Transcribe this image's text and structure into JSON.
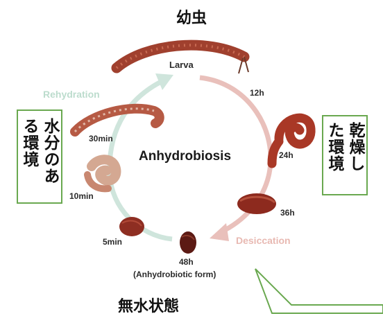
{
  "title_top": "幼虫",
  "title_bottom": "無水状態",
  "center_label": "Anhydrobiosis",
  "phase_labels": {
    "rehydration": "Rehydration",
    "desiccation": "Desiccation"
  },
  "stages": {
    "larva": "Larva",
    "h12": "12h",
    "h24": "24h",
    "h36": "36h",
    "h48": "48h",
    "anhydrobiotic_form": "(Anhydrobiotic form)",
    "min5": "5min",
    "min10": "10min",
    "min30": "30min"
  },
  "callouts": {
    "left": {
      "line1": "水分のあ",
      "line2": "る環境"
    },
    "right": {
      "line1": "乾燥し",
      "line2": "た環境"
    }
  },
  "colors": {
    "rehydration_arrow": "#cfe5dc",
    "desiccation_arrow": "#e9c0bb",
    "callout_border": "#69a84f",
    "larva_body": "#a0402e"
  }
}
